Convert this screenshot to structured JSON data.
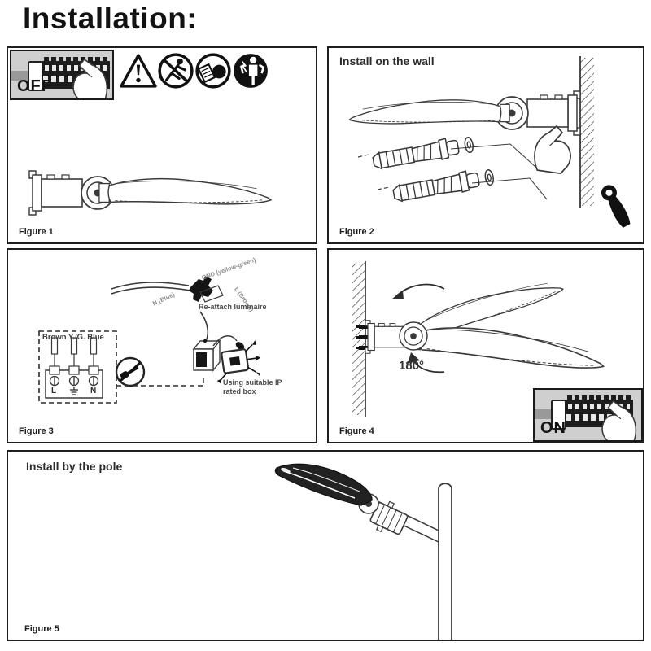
{
  "page": {
    "title": "Installation:"
  },
  "fig1": {
    "caption": "Figure 1",
    "power_label": "OFF",
    "safety_icons": [
      "warning-triangle",
      "no-stepping-on-luminaire",
      "refer-to-instructions",
      "qualified-electrician-required"
    ]
  },
  "fig2": {
    "caption": "Figure 2",
    "title": "Install on the wall"
  },
  "fig3": {
    "caption": "Figure 3",
    "wire_gnd": "GND (yellow-green)",
    "wire_live": "L (Brown)",
    "wire_neutral": "N (Blue)",
    "reattach": "Re-attach luminaire",
    "terminal_box_label": "Brown Y./G. Blue",
    "terminal_l": "L",
    "terminal_n": "N",
    "ip_note_line1": "Using suitable IP",
    "ip_note_line2": "rated box"
  },
  "fig4": {
    "caption": "Figure 4",
    "angle": "180°",
    "power_label": "ON"
  },
  "fig5": {
    "caption": "Figure 5",
    "title": "Install by the pole"
  }
}
